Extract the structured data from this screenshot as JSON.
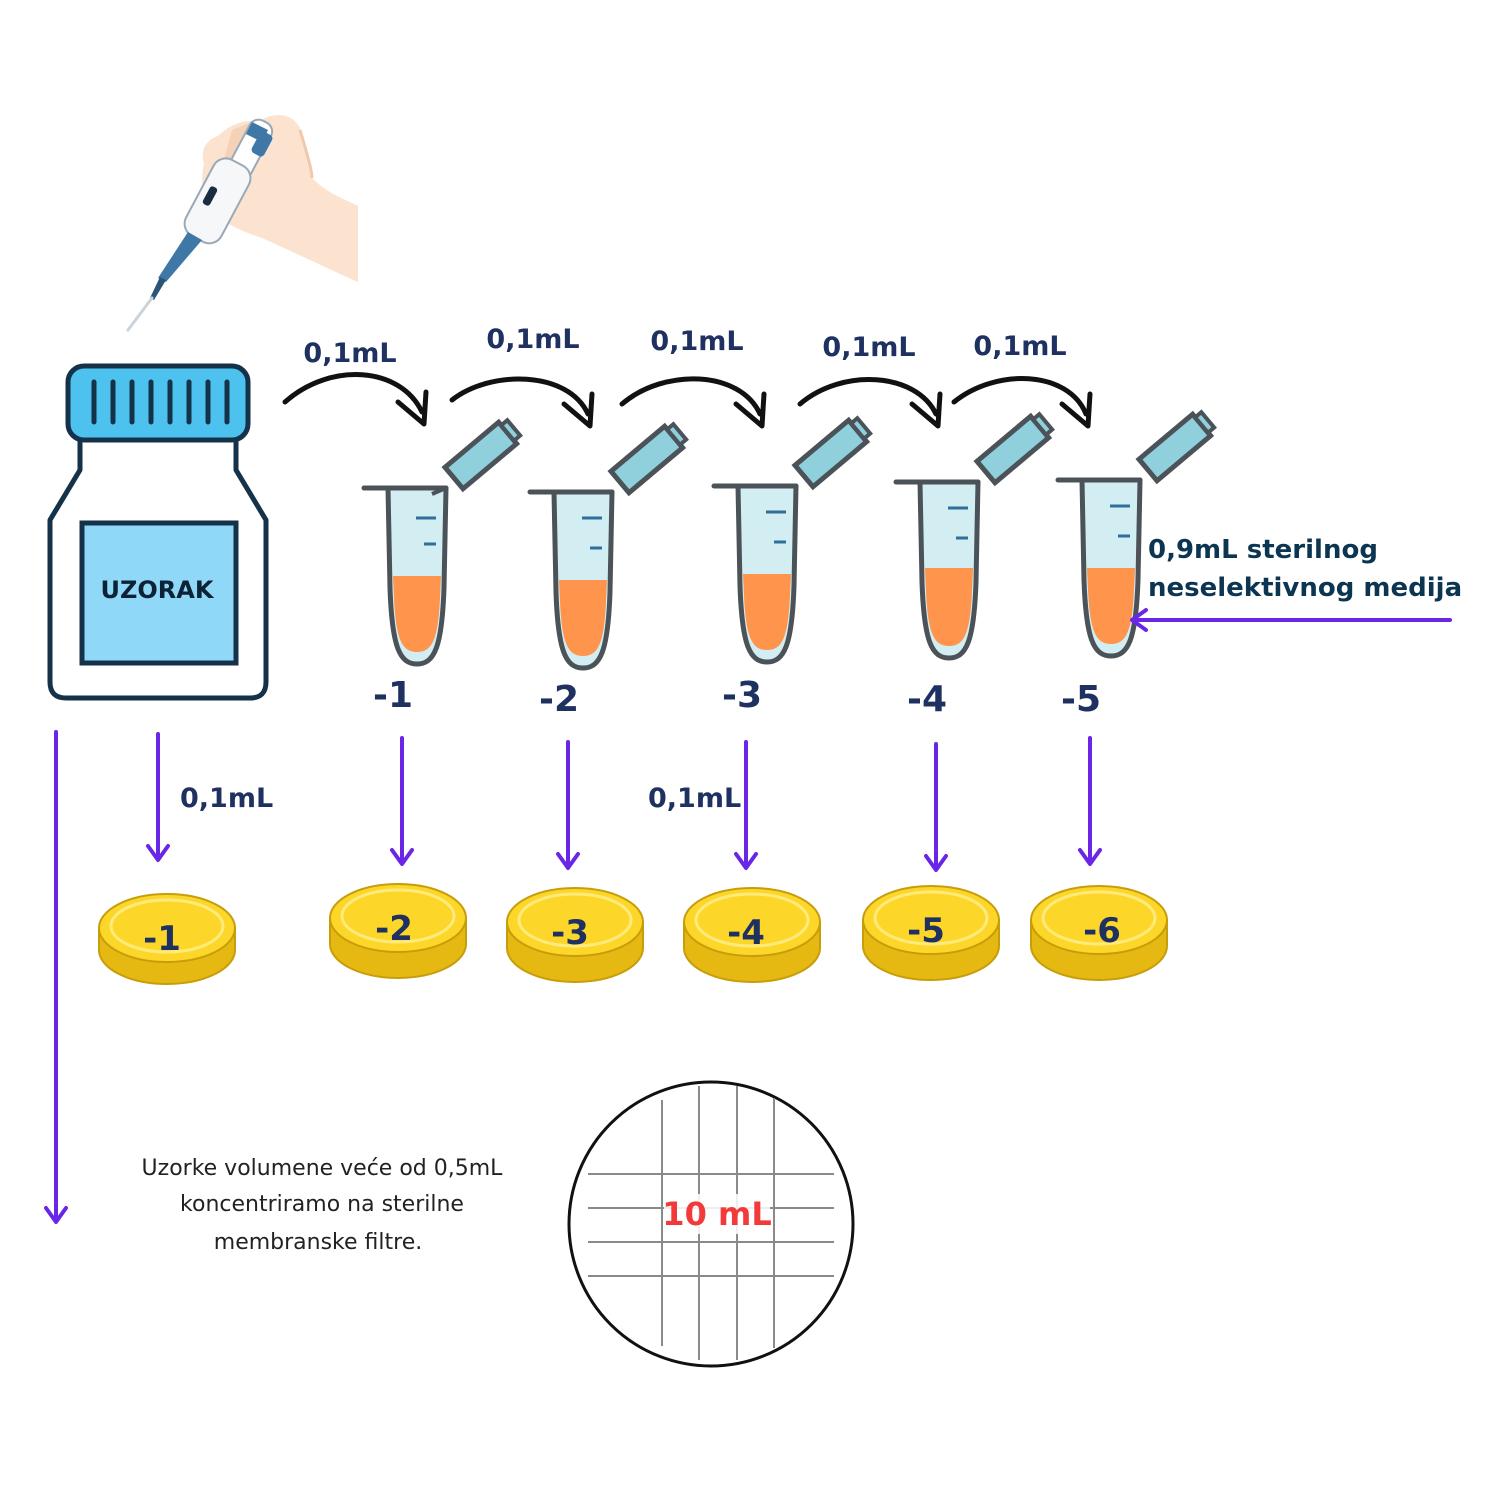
{
  "bottle": {
    "label": "UZORAK"
  },
  "transfer_volume": "0,1mL",
  "tube_labels": [
    "-1",
    "-2",
    "-3",
    "-4",
    "-5"
  ],
  "plate_labels": [
    "-1",
    "-2",
    "-3",
    "-4",
    "-5",
    "-6"
  ],
  "plate_volume_labels": [
    "0,1mL",
    "0,1mL"
  ],
  "medium": {
    "line1": "0,9mL sterilnog",
    "line2": "neselektivnog medija"
  },
  "note": {
    "line1": "Uzorke  volumene veće od 0,5mL",
    "line2": "koncentriramo na sterilne",
    "line3": "membranske filtre."
  },
  "filter": {
    "label": "10 mL"
  },
  "colors": {
    "arrow": "#6a26e6",
    "liquid": "#ff944d",
    "tube_fill": "#d2eef2",
    "cap": "#8fd0dc",
    "bottle_cap": "#4ec2ee",
    "bottle_label": "#8fd8f8",
    "plate": "#fdd62a",
    "plate_dark": "#e6b812",
    "text_dark": "#1e3160"
  }
}
